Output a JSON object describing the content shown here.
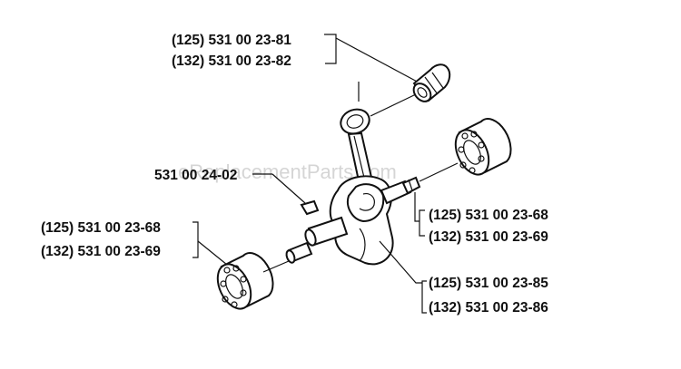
{
  "labels": {
    "bearing_top_125": "(125) 531 00 23-81",
    "bearing_top_132": "(132) 531 00 23-82",
    "key": "531 00 24-02",
    "bearing_left_125": "(125) 531 00 23-68",
    "bearing_left_132": "(132) 531 00 23-69",
    "bearing_right_125": "(125) 531 00 23-68",
    "bearing_right_132": "(132) 531 00 23-69",
    "crank_125": "(125) 531 00 23-85",
    "crank_132": "(132) 531 00 23-86"
  },
  "watermark": "eReplacementParts.com"
}
